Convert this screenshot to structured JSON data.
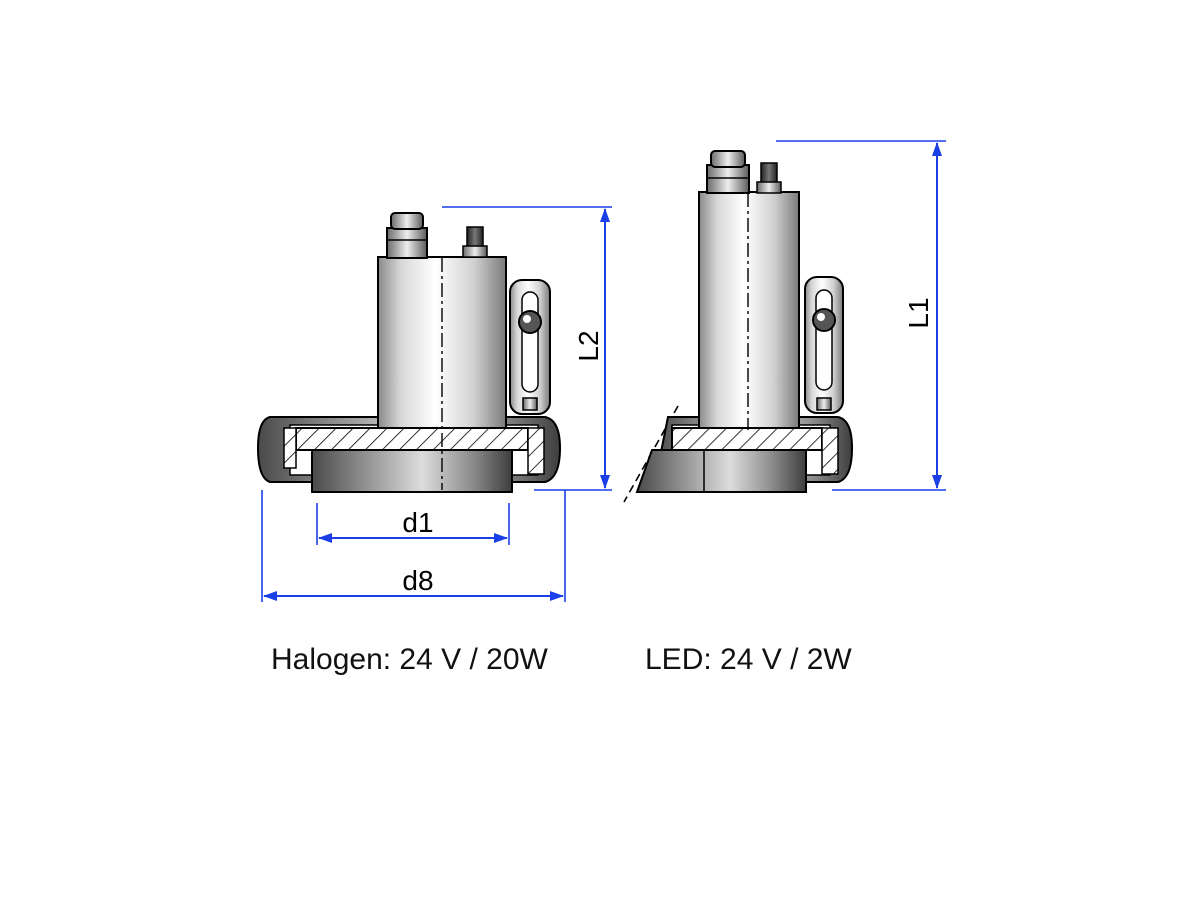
{
  "dimensions": {
    "d1": "d1",
    "d8": "d8",
    "L1": "L1",
    "L2": "L2"
  },
  "captions": {
    "halogen": "Halogen: 24 V / 20W",
    "led": "LED: 24 V / 2W"
  },
  "colors": {
    "dimension": "#1a3fe6",
    "outline": "#000000",
    "metal_light": "#f4f4f4",
    "metal_dark": "#6e6e6e"
  }
}
